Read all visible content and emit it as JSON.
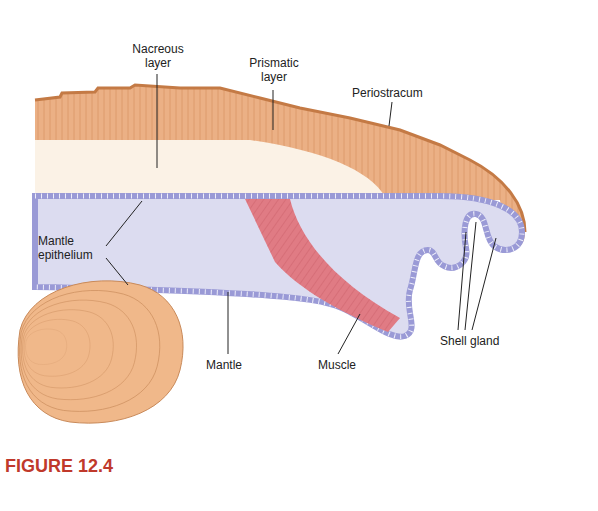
{
  "diagram": {
    "labels": [
      "Nacreous layer",
      "Prismatic layer",
      "Periostracum",
      "Mantle epithelium",
      "Mantle",
      "Muscle",
      "Shell gland",
      "FIGURE 12.4"
    ]
  }
}
